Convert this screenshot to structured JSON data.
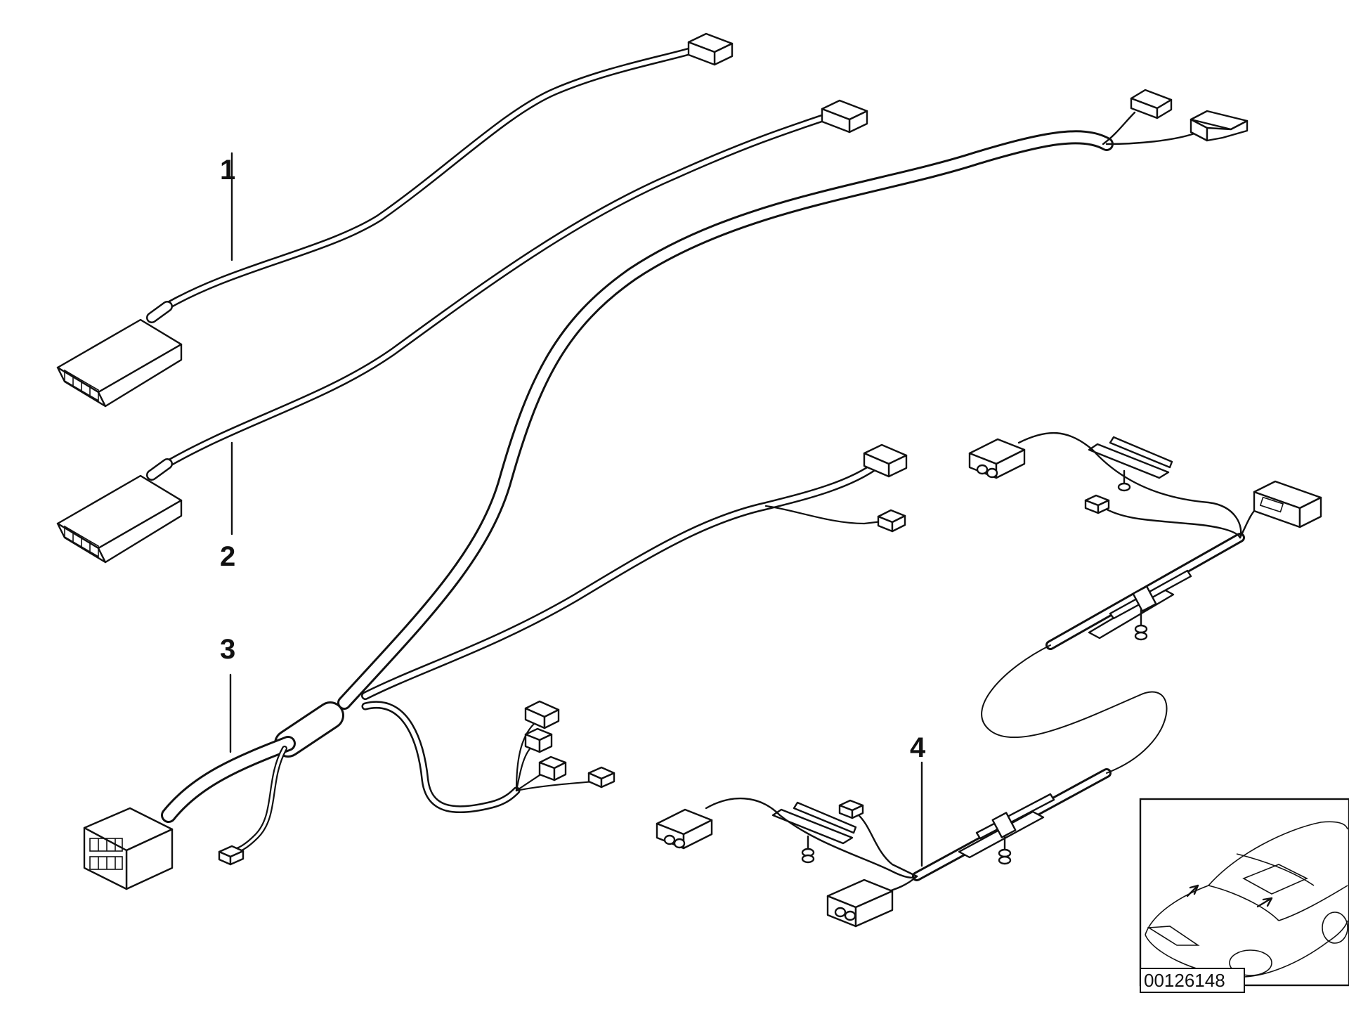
{
  "diagram": {
    "callouts": [
      {
        "id": "1",
        "label": "1"
      },
      {
        "id": "2",
        "label": "2"
      },
      {
        "id": "3",
        "label": "3"
      },
      {
        "id": "4",
        "label": "4"
      }
    ],
    "reference_number": "00126148",
    "colors": {
      "line": "#111111",
      "background": "#ffffff"
    }
  }
}
